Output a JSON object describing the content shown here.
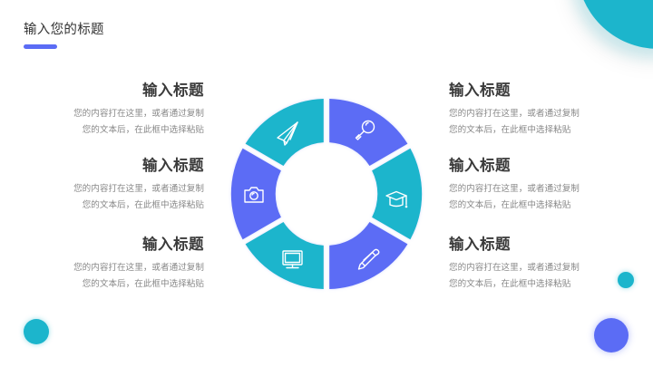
{
  "header": {
    "title": "输入您的标题",
    "accent_color": "#5b6cf5"
  },
  "colors": {
    "purple": "#5b6cf5",
    "cyan": "#1cb5cc",
    "title_text": "#3a3a3a",
    "body_text": "#888888"
  },
  "left_items": [
    {
      "title": "输入标题",
      "line1": "您的内容打在这里，或者通过复制",
      "line2": "您的文本后，在此框中选择粘贴"
    },
    {
      "title": "输入标题",
      "line1": "您的内容打在这里，或者通过复制",
      "line2": "您的文本后，在此框中选择粘贴"
    },
    {
      "title": "输入标题",
      "line1": "您的内容打在这里，或者通过复制",
      "line2": "您的文本后，在此框中选择粘贴"
    }
  ],
  "right_items": [
    {
      "title": "输入标题",
      "line1": "您的内容打在这里，或者通过复制",
      "line2": "您的文本后，在此框中选择粘贴"
    },
    {
      "title": "输入标题",
      "line1": "您的内容打在这里，或者通过复制",
      "line2": "您的文本后，在此框中选择粘贴"
    },
    {
      "title": "输入标题",
      "line1": "您的内容打在这里，或者通过复制",
      "line2": "您的文本后，在此框中选择粘贴"
    }
  ],
  "ring_segments": [
    {
      "position": "top-right",
      "icon": "search-icon",
      "color": "purple"
    },
    {
      "position": "right",
      "icon": "graduation-cap-icon",
      "color": "cyan"
    },
    {
      "position": "bottom-right",
      "icon": "pencil-icon",
      "color": "purple"
    },
    {
      "position": "bottom-left",
      "icon": "monitor-icon",
      "color": "cyan"
    },
    {
      "position": "left",
      "icon": "camera-icon",
      "color": "purple"
    },
    {
      "position": "top-left",
      "icon": "paper-plane-icon",
      "color": "cyan"
    }
  ]
}
